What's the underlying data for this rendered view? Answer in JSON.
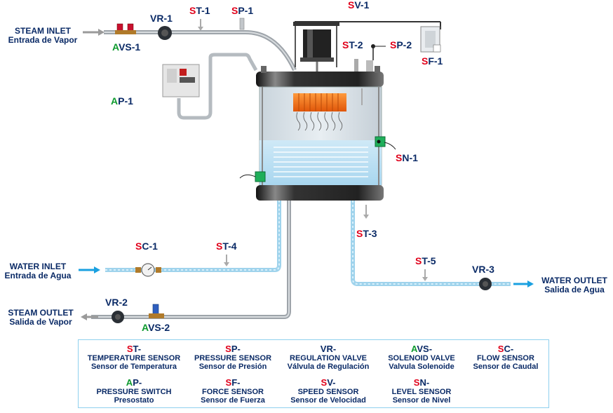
{
  "labels": {
    "steam_inlet": {
      "en": "STEAM INLET",
      "es": "Entrada de Vapor"
    },
    "water_inlet": {
      "en": "WATER INLET",
      "es": "Entrada de Agua"
    },
    "steam_outlet": {
      "en": "STEAM OUTLET",
      "es": "Salida de Vapor"
    },
    "water_outlet": {
      "en": "WATER OUTLET",
      "es": "Salida de Agua"
    }
  },
  "tags": {
    "vr1": {
      "prefix": "",
      "rest": "VR-1"
    },
    "st1": {
      "prefix": "S",
      "rest": "T-1"
    },
    "sp1": {
      "prefix": "S",
      "rest": "P-1"
    },
    "sv1": {
      "prefix": "S",
      "rest": "V-1"
    },
    "avs1": {
      "prefix": "A",
      "rest": "VS-1"
    },
    "st2": {
      "prefix": "S",
      "rest": "T-2"
    },
    "sp2": {
      "prefix": "S",
      "rest": "P-2"
    },
    "sf1": {
      "prefix": "S",
      "rest": "F-1"
    },
    "ap1": {
      "prefix": "A",
      "rest": "P-1"
    },
    "sn1": {
      "prefix": "S",
      "rest": "N-1"
    },
    "st3": {
      "prefix": "S",
      "rest": "T-3"
    },
    "sc1": {
      "prefix": "S",
      "rest": "C-1"
    },
    "st4": {
      "prefix": "S",
      "rest": "T-4"
    },
    "st5": {
      "prefix": "S",
      "rest": "T-5"
    },
    "vr3": {
      "prefix": "",
      "rest": "VR-3"
    },
    "vr2": {
      "prefix": "",
      "rest": "VR-2"
    },
    "avs2": {
      "prefix": "A",
      "rest": "VS-2"
    }
  },
  "legend": [
    {
      "prefix": "S",
      "code": "T-",
      "en": "TEMPERATURE SENSOR",
      "es": "Sensor de Temperatura"
    },
    {
      "prefix": "S",
      "code": "P-",
      "en": "PRESSURE SENSOR",
      "es": "Sensor de Presión"
    },
    {
      "prefix": "",
      "code": "VR-",
      "en": "REGULATION VALVE",
      "es": "Válvula de Regulación"
    },
    {
      "prefix": "A",
      "code": "VS-",
      "en": "SOLENOID VALVE",
      "es": "Valvula Solenoide"
    },
    {
      "prefix": "S",
      "code": "C-",
      "en": "FLOW SENSOR",
      "es": "Sensor de Caudal"
    },
    {
      "prefix": "A",
      "code": "P-",
      "en": "PRESSURE SWITCH",
      "es": "Presostato"
    },
    {
      "prefix": "S",
      "code": "F-",
      "en": "FORCE SENSOR",
      "es": "Sensor de Fuerza"
    },
    {
      "prefix": "S",
      "code": "V-",
      "en": "SPEED SENSOR",
      "es": "Sensor de Velocidad"
    },
    {
      "prefix": "S",
      "code": "N-",
      "en": "LEVEL SENSOR",
      "es": "Sensor de Nivel"
    }
  ],
  "colors": {
    "label_text": "#0a2a66",
    "sensor_prefix": "#e0001a",
    "actuator_prefix": "#0e9a2e",
    "water_flow_arrow": "#1aa0e0",
    "steam_flow_arrow": "#9a9a9a",
    "legend_border": "#8fd0ee"
  }
}
